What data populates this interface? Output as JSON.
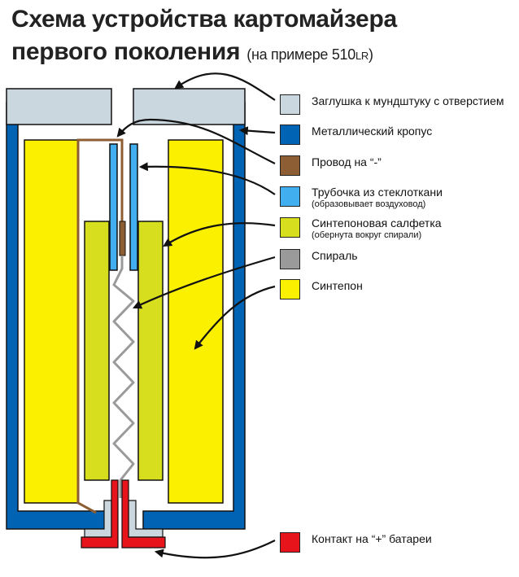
{
  "title": {
    "line1": "Схема устройства картомайзера",
    "line2": "первого поколения",
    "subtitle": "(на примере 510",
    "subtitle_small": "LR",
    "subtitle_end": ")"
  },
  "colors": {
    "cap": "#cbd7df",
    "body": "#0063b4",
    "wire": "#8d5e33",
    "glass_tube": "#41aef0",
    "pad": "#d7de1e",
    "coil": "#9a9a9a",
    "filler": "#fbf000",
    "contact": "#e8141c"
  },
  "legend": [
    {
      "label": "Заглушка к мундштуку с отверстием",
      "note": "",
      "color": "#cbd7df"
    },
    {
      "label": "Металлический кропус",
      "note": "",
      "color": "#0063b4"
    },
    {
      "label": "Провод на “-”",
      "note": "",
      "color": "#8d5e33"
    },
    {
      "label": "Трубочка из стеклоткани",
      "note": "(образовывает воздуховод)",
      "color": "#41aef0"
    },
    {
      "label": "Синтепоновая салфетка",
      "note": "(обернута вокруг спирали)",
      "color": "#d7de1e"
    },
    {
      "label": "Спираль",
      "note": "",
      "color": "#9a9a9a"
    },
    {
      "label": "Синтепон",
      "note": "",
      "color": "#fbf000"
    },
    {
      "label": "Контакт на “+” батареи",
      "note": "",
      "color": "#e8141c"
    }
  ]
}
